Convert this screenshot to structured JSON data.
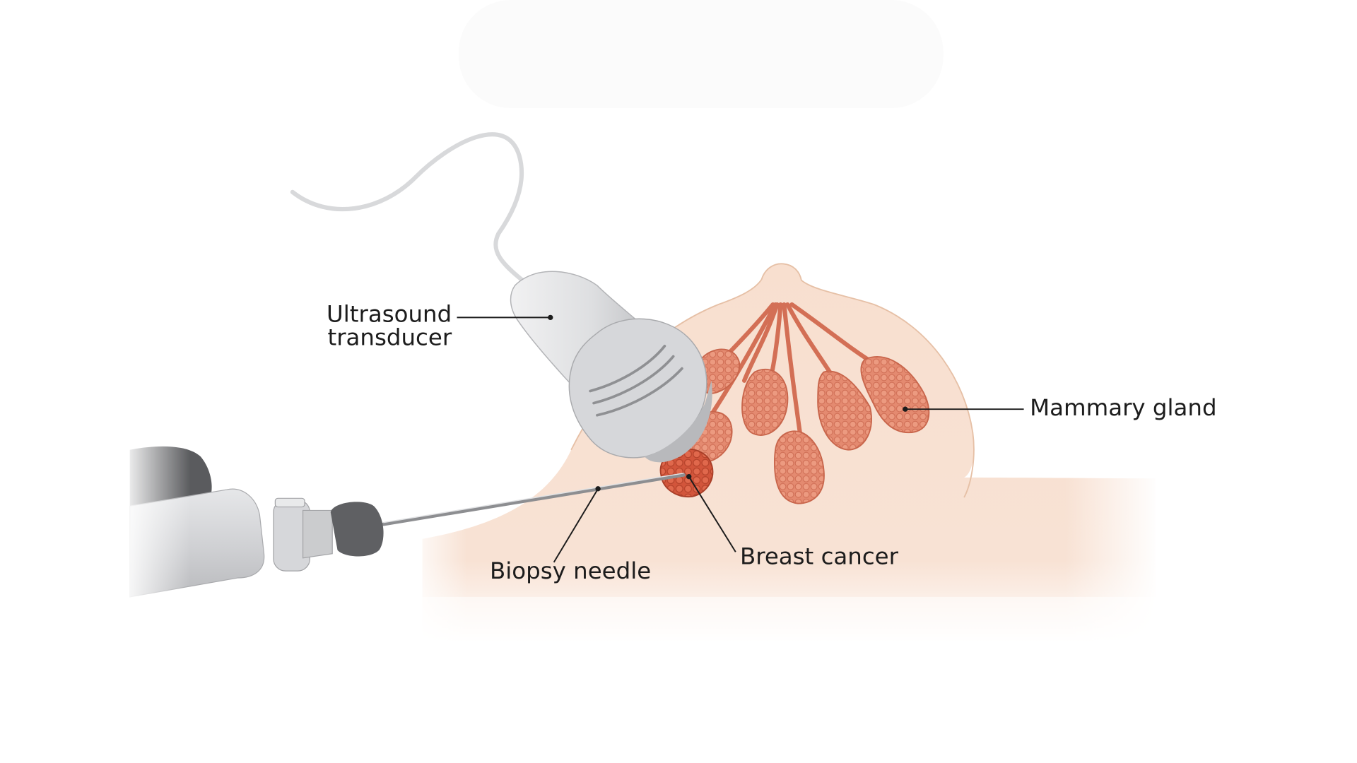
{
  "labels": {
    "ultrasound_line1": "Ultrasound",
    "ultrasound_line2": "transducer",
    "mammary_gland": "Mammary gland",
    "biopsy_needle": "Biopsy needle",
    "breast_cancer": "Breast cancer"
  },
  "icons": [
    "ultrasound-transducer-icon",
    "biopsy-needle-device-icon",
    "mammary-gland-lobules-icon",
    "breast-tumor-icon"
  ],
  "colors": {
    "skin": "#f8dfcf",
    "skin_edge": "#e6c0a6",
    "gland": "#e48a70",
    "gland_dark": "#c8654b",
    "tumor": "#d85a40",
    "device_gray": "#d2d3d5",
    "device_dark": "#5e5f62",
    "leader_line": "#1c1c1c"
  }
}
